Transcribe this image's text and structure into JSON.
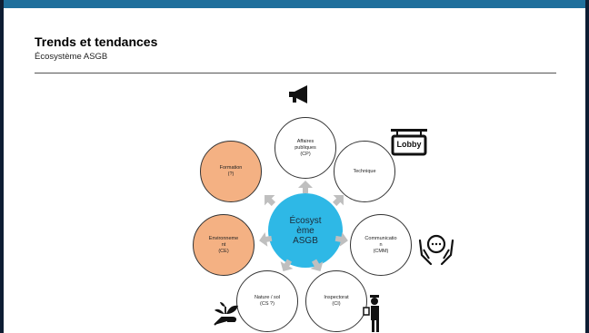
{
  "slide": {
    "title": "Trends et tendances",
    "subtitle": "Écosystème ASGB"
  },
  "center": {
    "lines": [
      "Écosyst",
      "ème",
      "ASGB"
    ],
    "color": "#2eb8e6"
  },
  "nodes": [
    {
      "id": "affaires-publiques",
      "lines": [
        "Affaires",
        "publiques",
        "(CP)"
      ],
      "highlight": false
    },
    {
      "id": "technique",
      "lines": [
        "Technique"
      ],
      "highlight": false
    },
    {
      "id": "communication",
      "lines": [
        "Communicatio",
        "n",
        "(CMM)"
      ],
      "highlight": false
    },
    {
      "id": "inspectorat",
      "lines": [
        "Inspectorat",
        "(CI)"
      ],
      "highlight": false
    },
    {
      "id": "nature-sol",
      "lines": [
        "Nature / sol",
        "(CS ?)"
      ],
      "highlight": false
    },
    {
      "id": "environnement",
      "lines": [
        "Environneme",
        "nt",
        "(CE)"
      ],
      "highlight": true
    },
    {
      "id": "formation",
      "lines": [
        "Formation",
        "(?)"
      ],
      "highlight": true
    }
  ],
  "colors": {
    "highlight": "#f4b183",
    "arrow": "#bfbfbf",
    "top_bar": "#1f6f9c"
  },
  "icons": {
    "lobby_sign": {
      "name": "lobby-sign-icon",
      "text": "Lobby"
    },
    "megaphone": {
      "name": "megaphone-icon"
    },
    "care_hands": {
      "name": "care-hands-icon"
    },
    "plant_hand": {
      "name": "plant-in-hand-icon"
    },
    "inspector": {
      "name": "inspector-icon"
    }
  }
}
